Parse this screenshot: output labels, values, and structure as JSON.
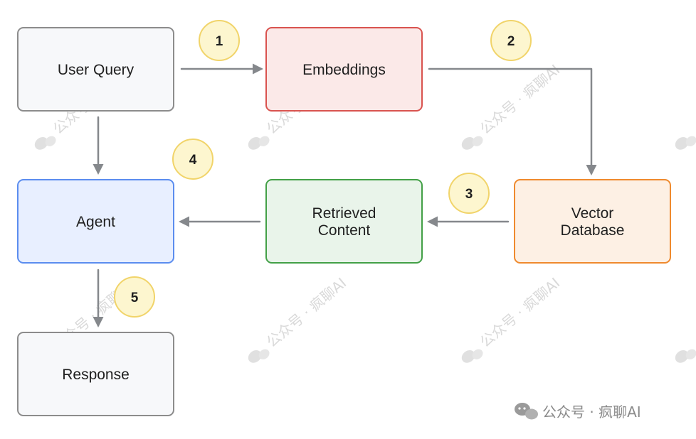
{
  "nodes": {
    "user_query": {
      "label": "User Query",
      "fill": "#f7f8fa",
      "stroke": "#8c8c8c"
    },
    "embeddings": {
      "label": "Embeddings",
      "fill": "#fbe9e8",
      "stroke": "#d9534f"
    },
    "agent": {
      "label": "Agent",
      "fill": "#e8efff",
      "stroke": "#5b8def"
    },
    "retrieved_content": {
      "label_line1": "Retrieved",
      "label_line2": "Content",
      "fill": "#e9f4ea",
      "stroke": "#43a047"
    },
    "vector_database": {
      "label_line1": "Vector",
      "label_line2": "Database",
      "fill": "#fdf0e4",
      "stroke": "#ef8a2e"
    },
    "response": {
      "label": "Response",
      "fill": "#f7f8fa",
      "stroke": "#8c8c8c"
    }
  },
  "steps": [
    "1",
    "2",
    "3",
    "4",
    "5"
  ],
  "colors": {
    "arrow": "#85888c",
    "step_fill": "#fdf6cf",
    "step_stroke": "#f1d46a"
  },
  "watermark": {
    "text": "公众号 · 疯聊AI",
    "footer_text": "公众号 · 疯聊AI",
    "icon": "wechat-icon"
  }
}
